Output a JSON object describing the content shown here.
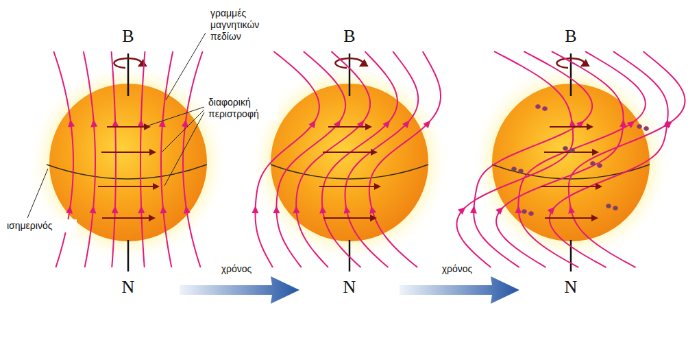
{
  "diagram": {
    "labels": [
      "Β",
      "Β",
      "Β",
      "γραμμές μαγνητικών πεδίων",
      "διαφορική περιστροφή",
      "ισημερινός",
      "Ν",
      "χρόνος",
      "Ν",
      "χρόνος",
      "Ν"
    ]
  }
}
